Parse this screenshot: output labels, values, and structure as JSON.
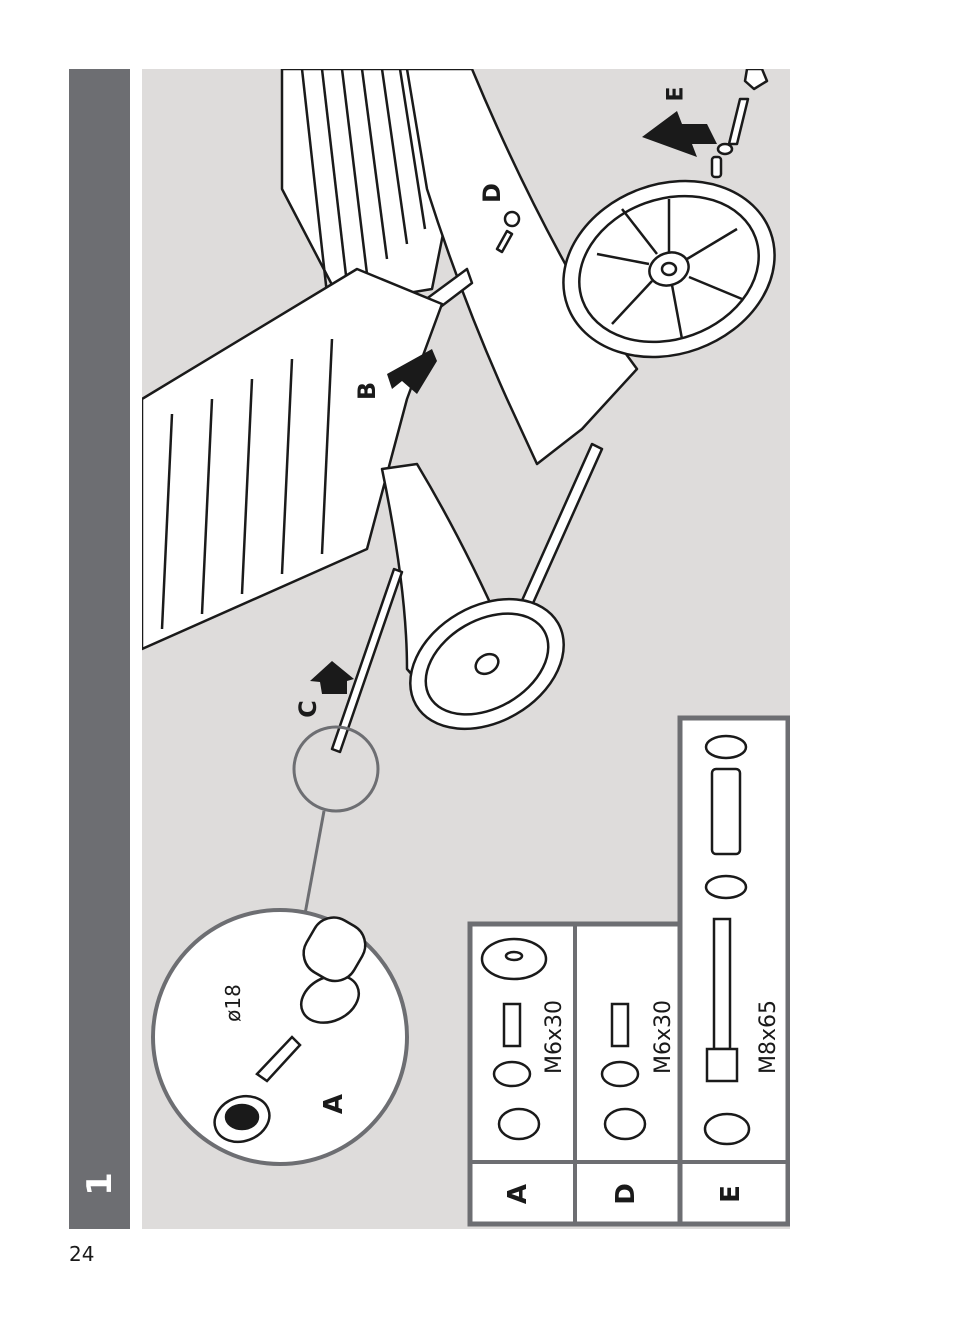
{
  "step": {
    "number": "1"
  },
  "page": {
    "number": "24"
  },
  "callouts": {
    "b": "B",
    "c": "C",
    "d": "D",
    "e": "E"
  },
  "detail": {
    "label": "A",
    "diameter": "ø18"
  },
  "parts_table": {
    "rows": [
      {
        "id": "A",
        "size": "M6x30"
      },
      {
        "id": "D",
        "size": "M6x30"
      },
      {
        "id": "E",
        "size": "M8x65"
      }
    ]
  }
}
